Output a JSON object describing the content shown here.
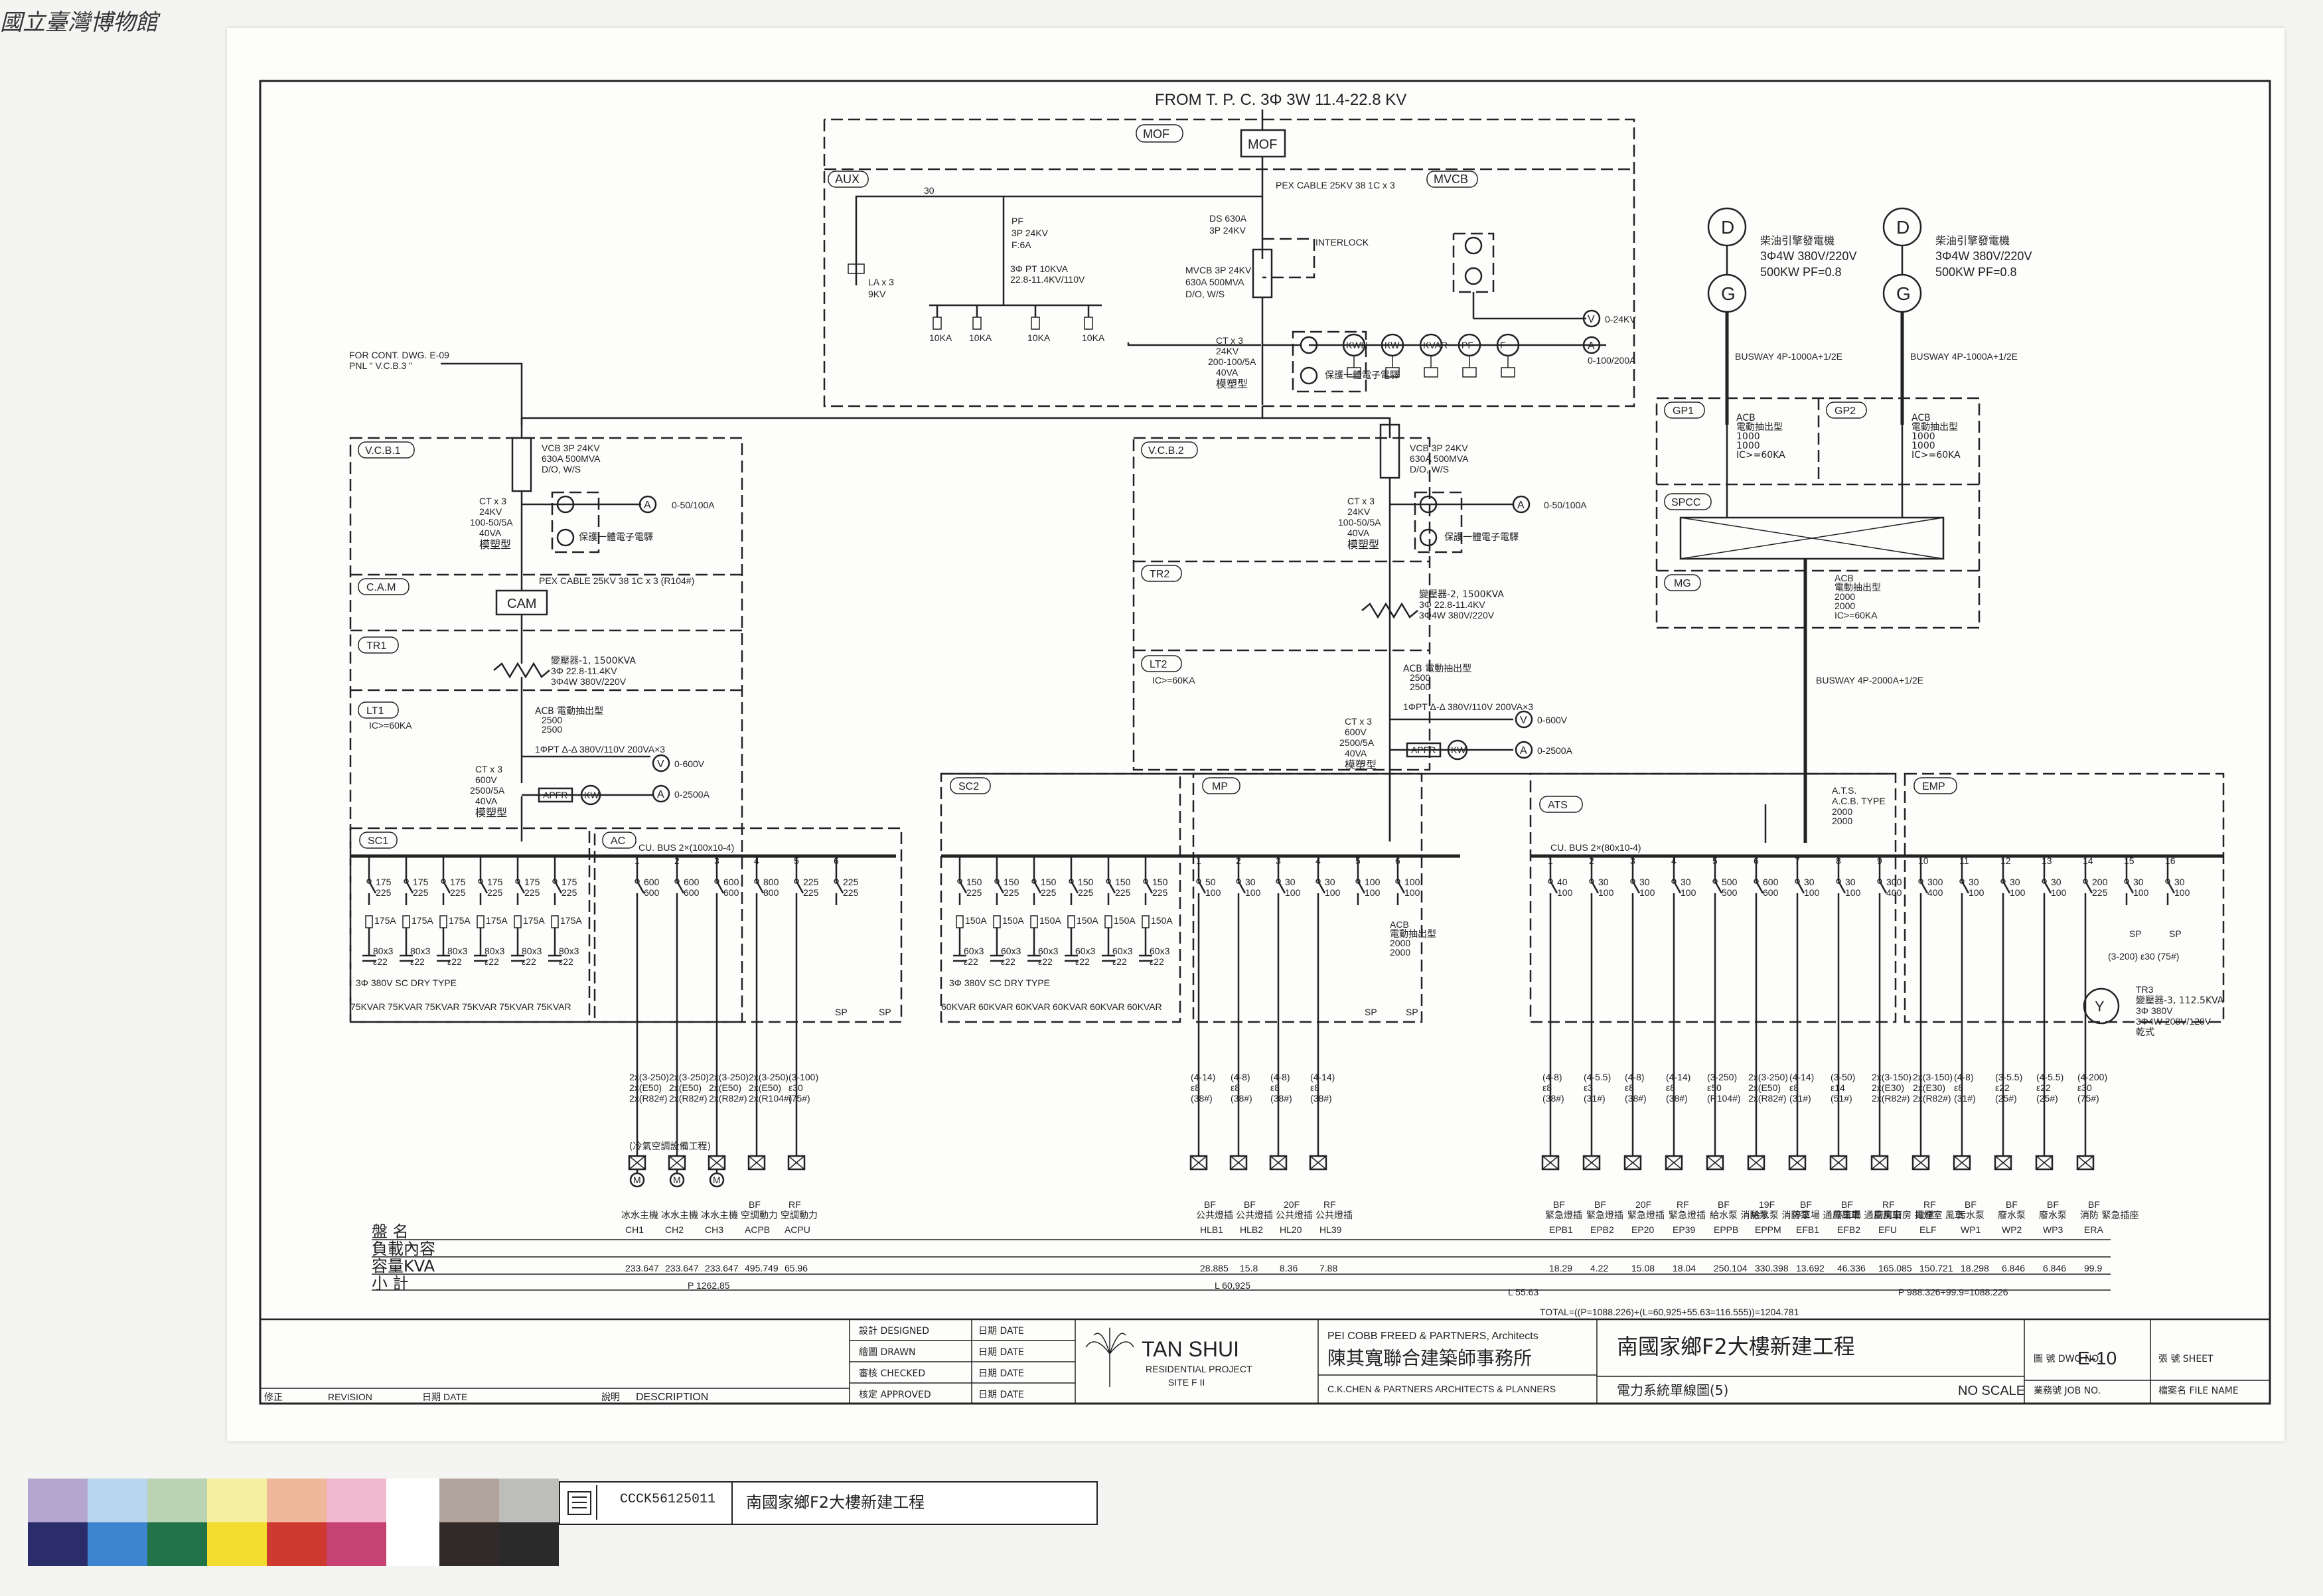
{
  "museum_stamp": "國立臺灣博物館",
  "supply": "FROM T. P. C. 3Φ 3W 11.4-22.8 KV",
  "cont_note_1": "FOR CONT. DWG. E-09",
  "cont_note_2": "PNL \" V.C.B.3 \"",
  "sections": {
    "mof": "MOF",
    "aux": "AUX",
    "mvcb": "MVCB",
    "vcb1": "V.C.B.1",
    "vcb2": "V.C.B.2",
    "cam": "C.A.M",
    "tr1": "TR1",
    "tr2": "TR2",
    "lt1": "LT1",
    "lt2": "LT2",
    "sc1": "SC1",
    "ac": "AC",
    "sc2": "SC2",
    "mp": "MP",
    "ats": "ATS",
    "emp": "EMP",
    "gp1": "GP1",
    "gp2": "GP2",
    "spcc": "SPCC",
    "mg": "MG",
    "tr3": "TR3"
  },
  "mof_box": "MOF",
  "cam_box": "CAM",
  "mv_labels": {
    "pex": "PEX CABLE 25KV 38 1C x 3",
    "ds": "DS 630A",
    "ds2": "3P 24KV",
    "mvcb1": "MVCB 3P 24KV",
    "mvcb2": "630A 500MVA",
    "mvcb3": "D/O, W/S",
    "interlock": "INTERLOCK",
    "pf1": "PF",
    "pf2": "3P 24KV",
    "pf3": "F:6A",
    "pt1": "3Φ PT 10KVA",
    "pt2": "22.8-11.4KV/110V",
    "la1": "LA x 3",
    "la2": "9KV",
    "ct1": "CT x 3",
    "ct2": "24KV",
    "ct3": "200-100/5A",
    "ct4": "40VA",
    "ct5": "模塑型",
    "v_range": "0-24KV",
    "a_range": "0-100/200A",
    "rel": "保護一體電子電驛",
    "ka10": "10KA"
  },
  "meters": [
    "KWH",
    "KW",
    "KVAR",
    "PF",
    "F"
  ],
  "vcb1_labels": {
    "vcb1": "VCB 3P 24KV",
    "vcb2": "630A 500MVA",
    "vcb3": "D/O, W/S",
    "ct1": "CT x 3",
    "ct2": "24KV",
    "ct3": "100-50/5A",
    "ct4": "40VA",
    "ct5": "模塑型",
    "a_range": "0-50/100A",
    "rel": "保護一體電子電驛",
    "pex": "PEX CABLE 25KV 38 1C x 3 (R104#)"
  },
  "tr1_labels": {
    "t1": "變壓器-1, 1500KVA",
    "t2": "3Φ 22.8-11.4KV",
    "t3": "3Φ4W 380V/220V"
  },
  "lt1_labels": {
    "ic": "IC>=60KA",
    "acb": "ACB 電動抽出型",
    "acb2": "2500",
    "acb3": "2500",
    "pt": "1ΦPT Δ-Δ 380V/110V 200VA×3",
    "ct1": "CT x 3",
    "ct2": "600V",
    "ct3": "2500/5A",
    "ct4": "40VA",
    "ct5": "模塑型",
    "v_range": "0-600V",
    "a_range": "0-2500A",
    "apfr": "APFR",
    "bus": "CU. BUS 2×(100x10-4)"
  },
  "vcb2_labels": {
    "vcb1": "VCB 3P 24KV",
    "vcb2": "630A 500MVA",
    "vcb3": "D/O, W/S",
    "ct1": "CT x 3",
    "ct2": "24KV",
    "ct3": "100-50/5A",
    "ct4": "40VA",
    "ct5": "模塑型",
    "a_range": "0-50/100A",
    "rel": "保護一體電子電驛"
  },
  "tr2_labels": {
    "t1": "變壓器-2, 1500KVA",
    "t2": "3Φ 22.8-11.4KV",
    "t3": "3Φ4W 380V/220V"
  },
  "lt2_labels": {
    "ic": "IC>=60KA",
    "acb": "ACB 電動抽出型",
    "acb2": "2500",
    "acb3": "2500",
    "pt": "1ΦPT Δ-Δ 380V/110V 200VA×3",
    "ct1": "CT x 3",
    "ct2": "600V",
    "ct3": "2500/5A",
    "ct4": "40VA",
    "ct5": "模塑型",
    "v_range": "0-600V",
    "a_range": "0-2500A",
    "apfr": "APFR"
  },
  "generators": [
    {
      "d": "D",
      "g": "G",
      "l1": "柴油引擎發電機",
      "l2": "3Φ4W 380V/220V",
      "l3": "500KW     PF=0.8",
      "busway": "BUSWAY 4P-1000A+1/2E"
    },
    {
      "d": "D",
      "g": "G",
      "l1": "柴油引擎發電機",
      "l2": "3Φ4W 380V/220V",
      "l3": "500KW     PF=0.8",
      "busway": "BUSWAY 4P-1000A+1/2E"
    }
  ],
  "gen_acb": {
    "a1": "ACB",
    "a2": "電動抽出型",
    "a3": "1000",
    "a4": "1000",
    "ic": "IC>=60KA"
  },
  "mg_labels": {
    "a1": "ACB",
    "a2": "電動抽出型",
    "a3": "2000",
    "a4": "2000",
    "ic": "IC>=60KA",
    "busway": "BUSWAY 4P-2000A+1/2E"
  },
  "ats_labels": {
    "l1": "A.T.S.",
    "l2": "A.C.B. TYPE",
    "l3": "2000",
    "l4": "2000",
    "bus": "CU. BUS 2×(80x10-4)"
  },
  "mp_acb": {
    "l1": "ACB",
    "l2": "電動抽出型",
    "l3": "2000",
    "l4": "2000"
  },
  "sc1_breakers": [
    "175/225",
    "175/225",
    "175/225",
    "175/225",
    "175/225",
    "175/225"
  ],
  "sc1_fuse": "175A",
  "sc1_cap": "80x3 ε22",
  "sc1_note": "3Φ 380V SC DRY TYPE",
  "sc1_kvar": [
    "75KVAR",
    "75KVAR",
    "75KVAR",
    "75KVAR",
    "75KVAR",
    "75KVAR"
  ],
  "sc2_breakers": [
    "150/225",
    "150/225",
    "150/225",
    "150/225",
    "150/225",
    "150/225"
  ],
  "sc2_fuse": "150A",
  "sc2_cap": "60x3 ε22",
  "sc2_note": "3Φ 380V SC DRY TYPE",
  "sc2_kvar": [
    "60KVAR",
    "60KVAR",
    "60KVAR",
    "60KVAR",
    "60KVAR",
    "60KVAR"
  ],
  "ac_breakers": [
    "600/600",
    "600/600",
    "600/600",
    "800/800",
    "225/225",
    "225/225"
  ],
  "ac_cables": [
    "2x(3-250) 2x(E50) 2x(R82#)",
    "2x(3-250) 2x(E50) 2x(R82#)",
    "2x(3-250) 2x(E50) 2x(R82#)",
    "2x(3-250) 2x(E50) 2x(R104#)",
    "(3-100) ε30 (75#)"
  ],
  "ac_note": "(冷氣空調設備工程)",
  "mp_breakers": [
    "50/100",
    "30/100",
    "30/100",
    "30/100",
    "100/100",
    "100/100"
  ],
  "mp_cables": [
    "(4-14) ε8 (38#)",
    "(4-8) ε8 (38#)",
    "(4-8) ε8 (38#)",
    "(4-14) ε8 (38#)"
  ],
  "emp_breakers": [
    "40/100",
    "30/100",
    "30/100",
    "30/100",
    "500/500",
    "600/600",
    "30/100",
    "30/100",
    "300/400",
    "300/400",
    "30/100",
    "30/100",
    "30/100",
    "200/225",
    "30/100",
    "30/100"
  ],
  "emp_cables": [
    "(4-8) ε8 (38#)",
    "(4-5.5) ε3 (31#)",
    "(4-8) ε8 (38#)",
    "(4-14) ε8 (38#)",
    "(3-250) ε50 (R104#)",
    "2x(3-250) 2x(E50) 2x(R82#)",
    "(4-14) ε8 (31#)",
    "(3-50) ε14 (51#)",
    "2x(3-150) 2x(E30) 2x(R82#)",
    "2x(3-150) 2x(E30) 2x(R82#)",
    "(4-8) ε8 (31#)",
    "(3-5.5) ε22 (25#)",
    "(4-5.5) ε22 (25#)",
    "(4-200) ε30 (75#)"
  ],
  "tr3_labels": {
    "t0": "TR3",
    "t1": "變壓器-3, 112.5KVA",
    "t2": "3Φ 380V",
    "t3": "3Φ4W 208V/120V",
    "t4": "乾式",
    "cable": "(3-200) ε30 (75#)"
  },
  "sp": "SP",
  "table": {
    "row_labels": [
      "盤 名",
      "負載內容",
      "容量KVA",
      "小 計"
    ],
    "columns": [
      {
        "panel": "",
        "load": "冰水主機",
        "code": "CH1",
        "kva": "233.647"
      },
      {
        "panel": "",
        "load": "冰水主機",
        "code": "CH2",
        "kva": "233.647"
      },
      {
        "panel": "",
        "load": "冰水主機",
        "code": "CH3",
        "kva": "233.647"
      },
      {
        "panel": "BF",
        "load": "空調動力",
        "code": "ACPB",
        "kva": "495.749"
      },
      {
        "panel": "RF",
        "load": "空調動力",
        "code": "ACPU",
        "kva": "65.96"
      },
      {
        "panel": "BF",
        "load": "公共燈插",
        "code": "HLB1",
        "kva": "28.885"
      },
      {
        "panel": "BF",
        "load": "公共燈插",
        "code": "HLB2",
        "kva": "15.8"
      },
      {
        "panel": "20F",
        "load": "公共燈插",
        "code": "HL20",
        "kva": "8.36"
      },
      {
        "panel": "RF",
        "load": "公共燈插",
        "code": "HL39",
        "kva": "7.88"
      },
      {
        "panel": "BF",
        "load": "緊急燈插",
        "code": "EPB1",
        "kva": "18.29"
      },
      {
        "panel": "BF",
        "load": "緊急燈插",
        "code": "EPB2",
        "kva": "4.22"
      },
      {
        "panel": "20F",
        "load": "緊急燈插",
        "code": "EP20",
        "kva": "15.08"
      },
      {
        "panel": "RF",
        "load": "緊急燈插",
        "code": "EP39",
        "kva": "18.04"
      },
      {
        "panel": "BF",
        "load": "給水泵 消防泵",
        "code": "EPPB",
        "kva": "250.104"
      },
      {
        "panel": "19F",
        "load": "給水泵 消防泵",
        "code": "EPPM",
        "kva": "330.398"
      },
      {
        "panel": "BF",
        "load": "停車場 通風風車",
        "code": "EFB1",
        "kva": "13.692"
      },
      {
        "panel": "BF",
        "load": "停車場 通風風車",
        "code": "EFB2",
        "kva": "46.336"
      },
      {
        "panel": "RF",
        "load": "廚房廚房 排煙室 風車",
        "code": "EFU",
        "kva": "165.085"
      },
      {
        "panel": "RF",
        "load": "電梯",
        "code": "ELF",
        "kva": "150.721"
      },
      {
        "panel": "BF",
        "load": "污水泵",
        "code": "WP1",
        "kva": "18.298"
      },
      {
        "panel": "BF",
        "load": "廢水泵",
        "code": "WP2",
        "kva": "6.846"
      },
      {
        "panel": "BF",
        "load": "廢水泵",
        "code": "WP3",
        "kva": "6.846"
      },
      {
        "panel": "BF",
        "load": "消防 緊急插座",
        "code": "ERA",
        "kva": "99.9"
      }
    ],
    "subtotals": {
      "p": "P  1262.85",
      "l1": "L  60,925",
      "l2": "L  55.63",
      "p2": "P  988.326+99.9=1088.226"
    },
    "total": "TOTAL=((P=1088.226)+(L=60,925+55.63=116.555))=1204.781"
  },
  "title_block": {
    "revision_no": "修正",
    "revision": "REVISION",
    "date_zh": "日期",
    "date": "DATE",
    "desc_zh": "說明",
    "desc": "DESCRIPTION",
    "roles": [
      "設計 DESIGNED",
      "繪圖 DRAWN",
      "審核 CHECKED",
      "核定 APPROVED"
    ],
    "date_col": "日期 DATE",
    "logo_1": "TAN SHUI",
    "logo_2": "RESIDENTIAL PROJECT",
    "logo_3": "SITE F II",
    "architect_1": "PEI COBB FREED & PARTNERS, Architects",
    "architect_2": "陳其寬聯合建築師事務所",
    "architect_3": "C.K.CHEN & PARTNERS ARCHITECTS & PLANNERS",
    "project": "南國家鄉F2大樓新建工程",
    "sheet_title": "電力系統單線圖(5)",
    "scale": "NO SCALE",
    "dwg_label": "圖 號 DWG NO.",
    "dwg_no": "E-10",
    "job_label": "業務號 JOB NO.",
    "sheet_label": "張 號 SHEET",
    "file_label": "檔案名 FILE NAME"
  },
  "barcode": {
    "id": "CCCK56125011",
    "title": "南國家鄉F2大樓新建工程"
  },
  "swatches_top": [
    "#b4a6cf",
    "#b8d6ef",
    "#b9d3b3",
    "#f4f0a2",
    "#f0b89a",
    "#f2b8cf",
    "#ffffff",
    "#b0a49c",
    "#bdbdbb"
  ],
  "swatches_bottom": [
    "#2a2d6a",
    "#3d85cf",
    "#23734a",
    "#f2dc2e",
    "#cf3a30",
    "#c54272",
    "#ffffff",
    "#322a28",
    "#2a2a2a"
  ]
}
